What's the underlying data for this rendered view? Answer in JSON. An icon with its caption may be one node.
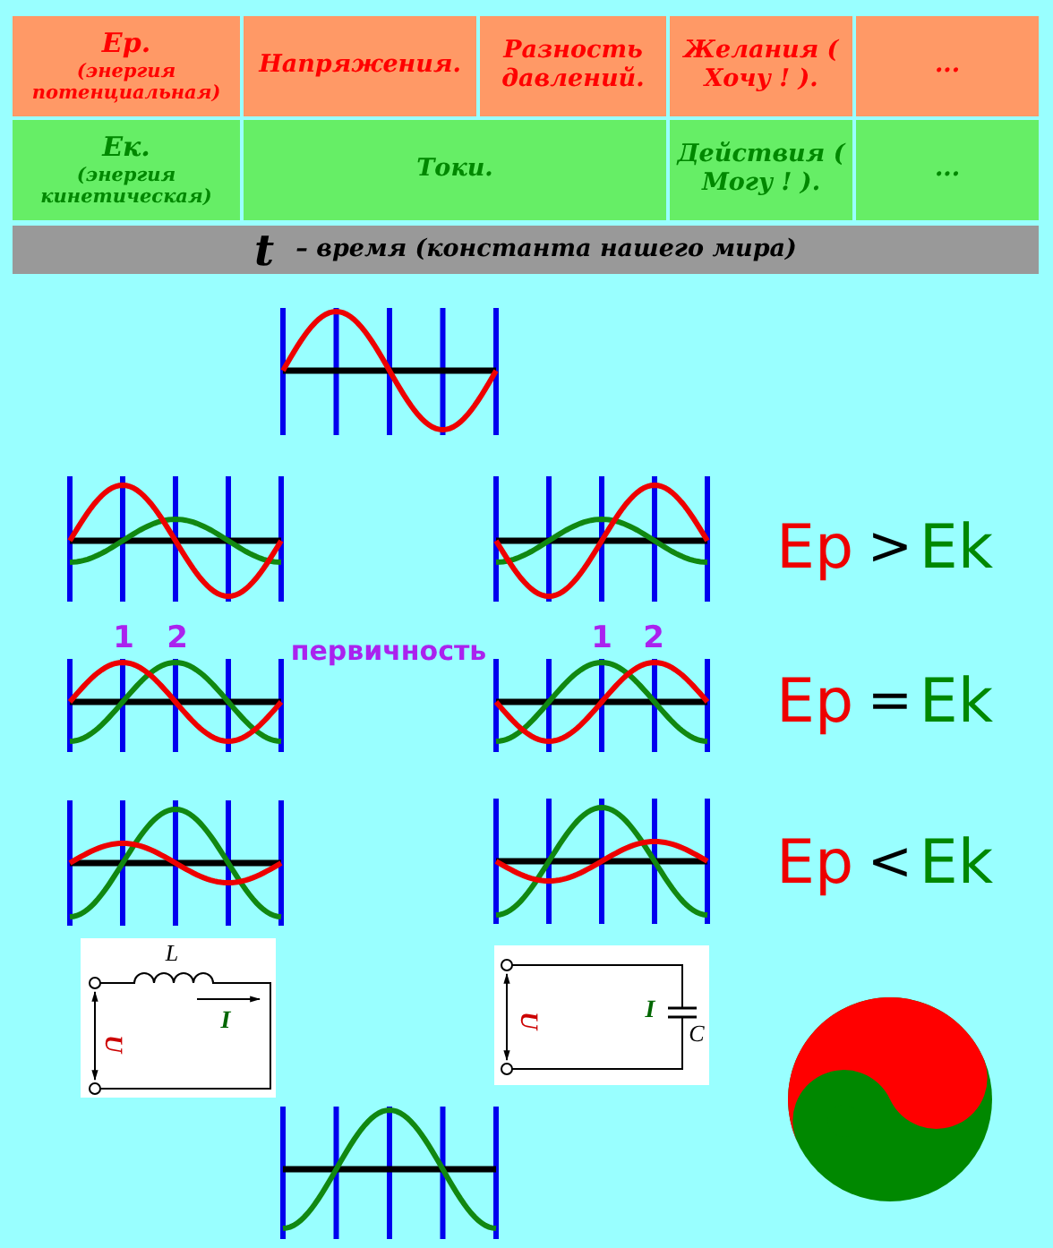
{
  "diagram": {
    "labels": [
      "Ер.",
      "(энергия потенциальная)",
      "Напряжения.",
      "Разность давлений.",
      "Желания ( Хочу ! ).",
      "...",
      "Ек.",
      "(энергия кинетическая)",
      "Токи.",
      "Действия ( Могу ! ).",
      "...",
      "t",
      "– время (константа нашего мира)",
      "1",
      "2",
      "первичность",
      "1",
      "2",
      "Ep",
      ">",
      "Ek",
      "Ep",
      "=",
      "Ek",
      "Ep",
      "<",
      "Ek",
      "L",
      "I",
      "U",
      "I",
      "C",
      "U"
    ]
  }
}
